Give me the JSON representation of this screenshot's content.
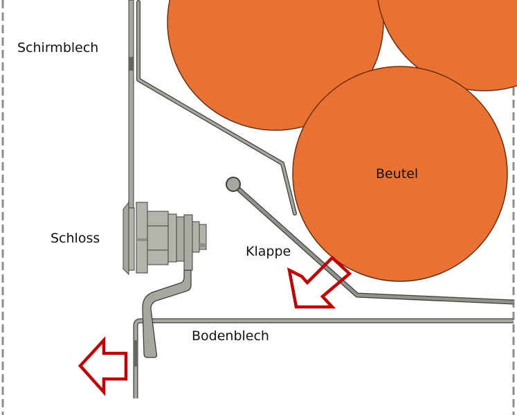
{
  "diagram": {
    "title": "",
    "labels": {
      "shield_plate": "Schirmblech",
      "lock": "Schloss",
      "flap": "Klappe",
      "bottom_plate": "Bodenblech",
      "bag": "Beutel"
    },
    "colors": {
      "bag_fill": "#E97132",
      "bag_outline": "#6B2E0E",
      "metal_fill": "#A8A79F",
      "metal_dark": "#55544E",
      "arrow": "#C00000",
      "boundary": "#8C8C8C",
      "background": "#FFFFFF"
    },
    "arrows": [
      {
        "name": "flap-open-arrow",
        "direction": "down-left"
      },
      {
        "name": "plate-pull-arrow",
        "direction": "left"
      }
    ]
  }
}
